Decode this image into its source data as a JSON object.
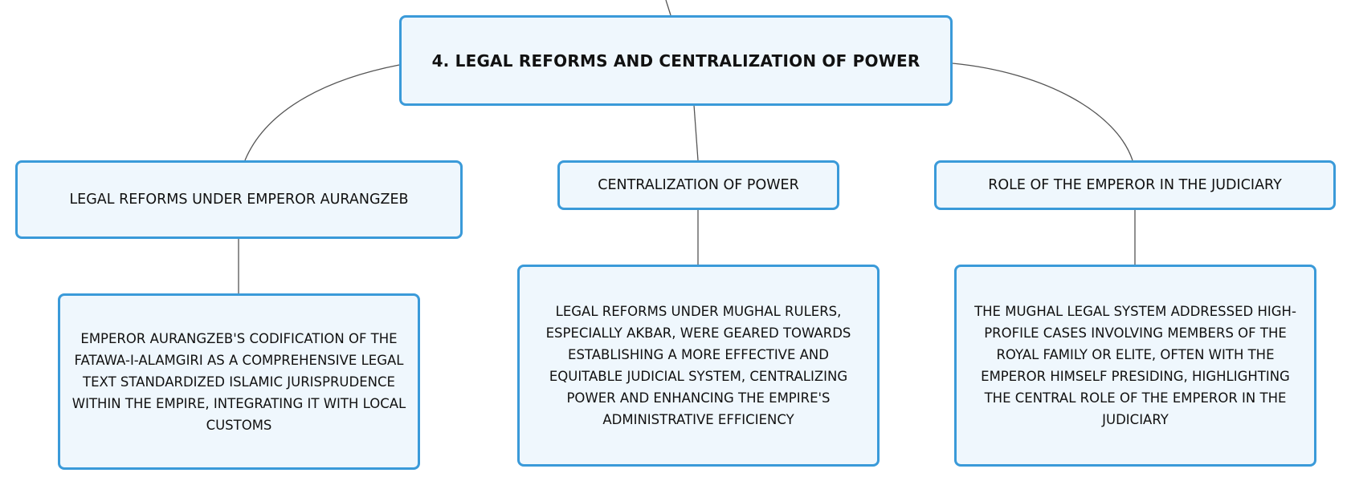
{
  "root": {
    "label": "4. LEGAL REFORMS AND CENTRALIZATION OF POWER"
  },
  "branches": [
    {
      "label": "LEGAL REFORMS UNDER EMPEROR AURANGZEB",
      "detail": "EMPEROR AURANGZEB'S CODIFICATION OF THE FATAWA-I-ALAMGIRI AS A COMPREHENSIVE LEGAL TEXT STANDARDIZED ISLAMIC JURISPRUDENCE WITHIN THE EMPIRE, INTEGRATING IT WITH LOCAL CUSTOMS"
    },
    {
      "label": "CENTRALIZATION OF POWER",
      "detail": "LEGAL REFORMS UNDER MUGHAL RULERS, ESPECIALLY AKBAR, WERE GEARED TOWARDS ESTABLISHING A MORE EFFECTIVE AND EQUITABLE JUDICIAL SYSTEM, CENTRALIZING POWER AND ENHANCING THE EMPIRE'S ADMINISTRATIVE EFFICIENCY"
    },
    {
      "label": "ROLE OF THE EMPEROR IN THE JUDICIARY",
      "detail": "THE MUGHAL LEGAL SYSTEM ADDRESSED HIGH-PROFILE CASES INVOLVING MEMBERS OF THE ROYAL FAMILY OR ELITE, OFTEN WITH THE EMPEROR HIMSELF PRESIDING, HIGHLIGHTING THE CENTRAL ROLE OF THE EMPEROR IN THE JUDICIARY"
    }
  ],
  "colors": {
    "node_border": "#3a9ad9",
    "node_fill": "#eff7fd",
    "connector": "#555555"
  }
}
